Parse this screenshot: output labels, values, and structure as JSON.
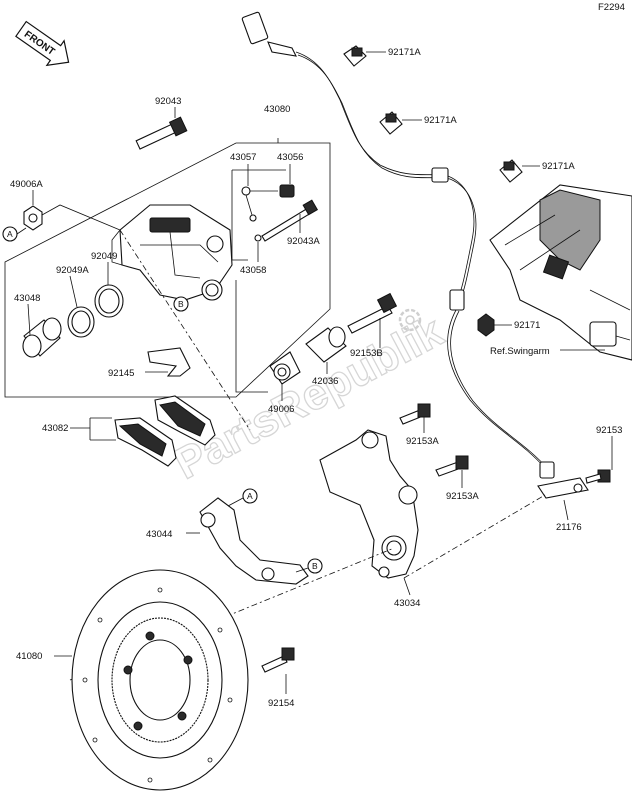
{
  "figure_code": "F2294",
  "front_marker": "FRONT",
  "watermark": "PartsRepublik",
  "callouts": {
    "a": "A",
    "b": "B"
  },
  "labels": {
    "p92171a_1": "92171A",
    "p92171a_2": "92171A",
    "p92171a_3": "92171A",
    "p92043": "92043",
    "p43080": "43080",
    "p43057": "43057",
    "p43056": "43056",
    "p49006a": "49006A",
    "p92049a": "92049A",
    "p92049": "92049",
    "p43048": "43048",
    "p92043a": "92043A",
    "p43058": "43058",
    "p92145": "92145",
    "p92153b": "92153B",
    "p42036": "42036",
    "p49006": "49006",
    "p92171": "92171",
    "ref_swingarm": "Ref.Swingarm",
    "p43082": "43082",
    "p92153a_1": "92153A",
    "p92153a_2": "92153A",
    "p92153": "92153",
    "p43044": "43044",
    "p21176": "21176",
    "p43034": "43034",
    "p41080": "41080",
    "p92154": "92154"
  }
}
